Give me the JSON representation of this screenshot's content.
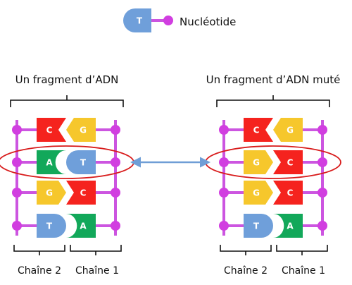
{
  "legend": {
    "letter": "T",
    "label": "Nucléotide"
  },
  "panels": [
    {
      "title": "Un fragment d’ADN",
      "chain_left": "Chaîne 2",
      "chain_right": "Chaîne 1",
      "rows": [
        {
          "left": "C",
          "right": "G",
          "highlight": false
        },
        {
          "left": "A",
          "right": "T",
          "highlight": true
        },
        {
          "left": "G",
          "right": "C",
          "highlight": false
        },
        {
          "left": "T",
          "right": "A",
          "highlight": false
        }
      ]
    },
    {
      "title": "Un fragment d’ADN muté",
      "chain_left": "Chaîne 2",
      "chain_right": "Chaîne 1",
      "rows": [
        {
          "left": "C",
          "right": "G",
          "highlight": false
        },
        {
          "left": "G",
          "right": "C",
          "highlight": true
        },
        {
          "left": "G",
          "right": "C",
          "highlight": false
        },
        {
          "left": "T",
          "right": "A",
          "highlight": false
        }
      ]
    }
  ],
  "colors": {
    "C": "#f5231e",
    "G": "#f6c72c",
    "A": "#12a85a",
    "T": "#6f9fda",
    "backbone": "#cc55e0",
    "node": "#d13ee0",
    "highlight": "#d81b1b",
    "arrow": "#6f9ed6"
  }
}
